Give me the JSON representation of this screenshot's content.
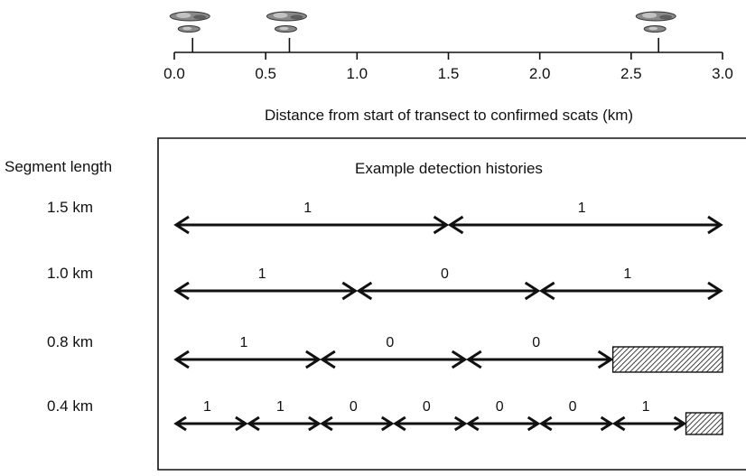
{
  "axis": {
    "title": "Distance from start of transect to confirmed scats (km)",
    "ticks": [
      0.0,
      0.5,
      1.0,
      1.5,
      2.0,
      2.5,
      3.0
    ],
    "tick_labels": [
      "0.0",
      "0.5",
      "1.0",
      "1.5",
      "2.0",
      "2.5",
      "3.0"
    ],
    "range": [
      0,
      3
    ],
    "scat_positions_km": [
      0.1,
      0.63,
      2.65
    ]
  },
  "panel": {
    "column_header": "Segment length",
    "title": "Example detection histories"
  },
  "rows": [
    {
      "label": "1.5 km",
      "segment_km": 1.5,
      "history": [
        "1",
        "1"
      ],
      "remainder_km": 0
    },
    {
      "label": "1.0 km",
      "segment_km": 1.0,
      "history": [
        "1",
        "0",
        "1"
      ],
      "remainder_km": 0
    },
    {
      "label": "0.8 km",
      "segment_km": 0.8,
      "history": [
        "1",
        "0",
        "0"
      ],
      "remainder_km": 0.6
    },
    {
      "label": "0.4 km",
      "segment_km": 0.4,
      "history": [
        "1",
        "1",
        "0",
        "0",
        "0",
        "0",
        "1"
      ],
      "remainder_km": 0.2
    }
  ],
  "colors": {
    "ink": "#111111",
    "background": "#ffffff"
  },
  "icons": {
    "scat": "scat-icon",
    "remainder": "hatched-remainder-block"
  }
}
